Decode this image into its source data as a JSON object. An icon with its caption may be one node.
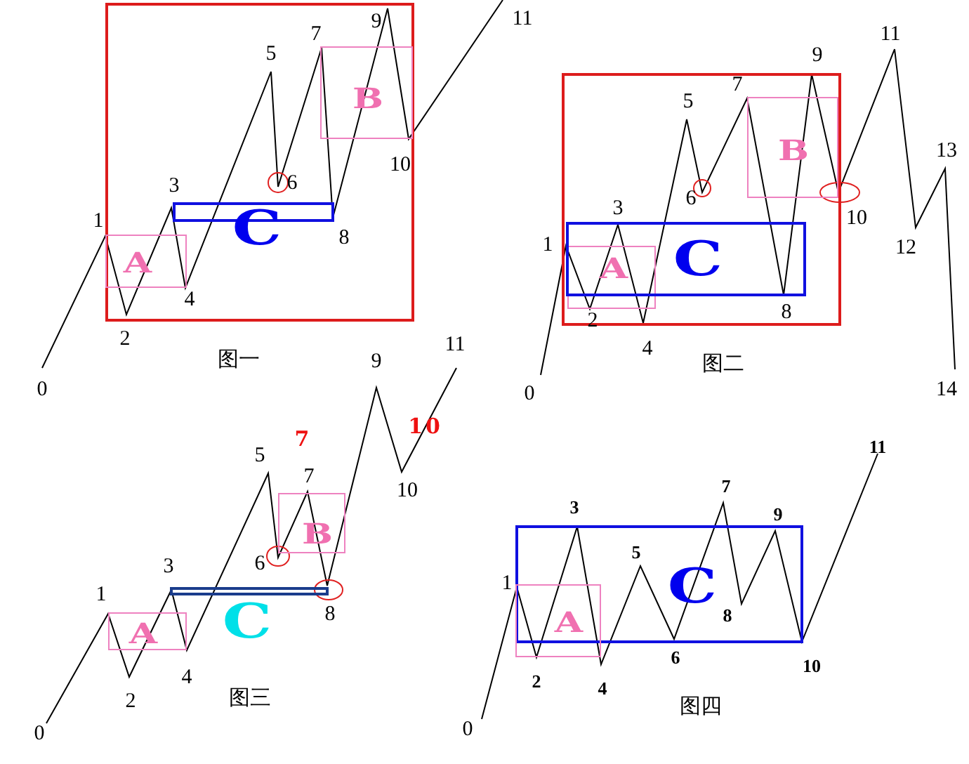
{
  "diagram": {
    "nodes": [
      {
        "text": [],
        "shape": "box"
      },
      {
        "text": [
          "A"
        ],
        "in": 0
      },
      {
        "text": [
          "C"
        ],
        "in": 0
      },
      {
        "text": [
          "B"
        ],
        "in": 0
      },
      {
        "text": [],
        "shape": "box"
      },
      {
        "text": [
          "A"
        ],
        "in": 4
      },
      {
        "text": [
          "C"
        ],
        "in": 4
      },
      {
        "text": [
          "B"
        ],
        "in": 4
      },
      {
        "text": [
          "A"
        ]
      },
      {
        "text": [
          "C"
        ]
      },
      {
        "text": [
          "B"
        ]
      },
      {
        "text": [
          "C"
        ]
      },
      {
        "text": [
          "A"
        ]
      }
    ],
    "labels": [
      "0",
      "1",
      "2",
      "3",
      "4",
      "5",
      "6",
      "7",
      "8",
      "9",
      "10",
      "11",
      "图一",
      "0",
      "1",
      "2",
      "3",
      "4",
      "5",
      "6",
      "7",
      "8",
      "9",
      "10",
      "11",
      "12",
      "13",
      "14",
      "图二",
      "0",
      "1",
      "2",
      "3",
      "4",
      "5",
      "6",
      "7",
      "8",
      "9",
      "10",
      "11",
      "7",
      "10",
      "图三",
      "0",
      "1",
      "2",
      "3",
      "4",
      "5",
      "6",
      "7",
      "8",
      "9",
      "10",
      "11",
      "图四"
    ]
  }
}
